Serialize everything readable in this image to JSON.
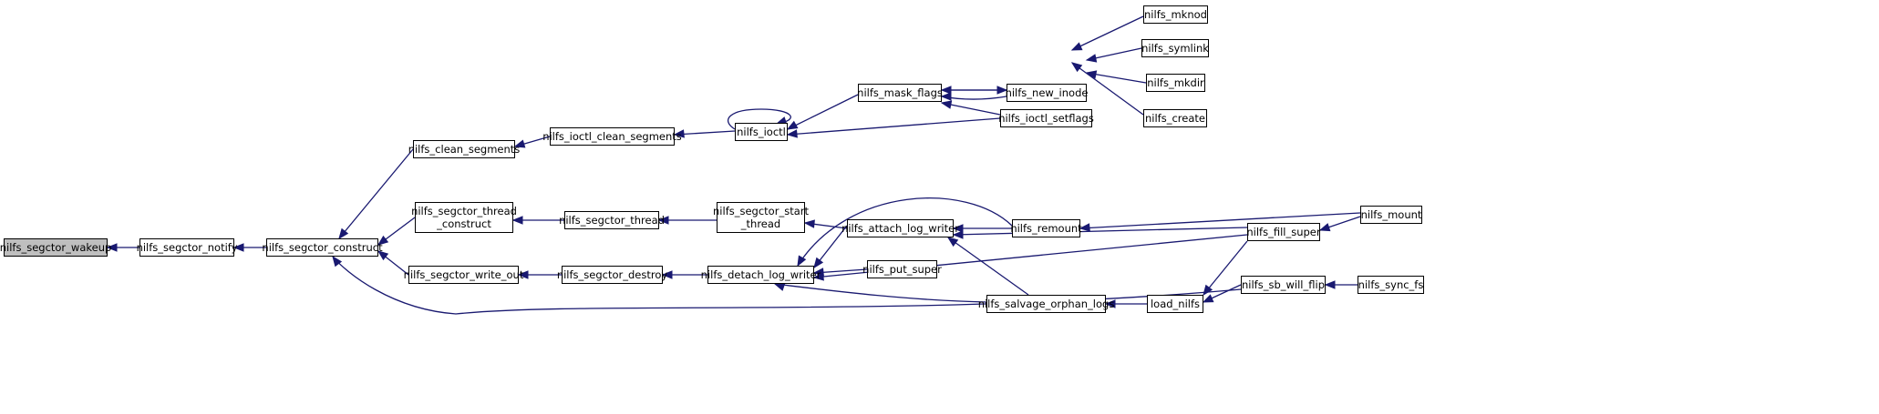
{
  "graph": {
    "edge_color": "#191970",
    "focus_fill": "#bfbfbf",
    "nodes": {
      "wakeup": "nilfs_segctor_wakeup",
      "notify": "nilfs_segctor_notify",
      "construct": "nilfs_segctor_construct",
      "clean_segments": "nilfs_clean_segments",
      "thread_construct": "nilfs_segctor_thread\n_construct",
      "write_out": "nilfs_segctor_write_out",
      "ioctl_clean_segments": "nilfs_ioctl_clean_segments",
      "segctor_thread": "nilfs_segctor_thread",
      "segctor_destroy": "nilfs_segctor_destroy",
      "ioctl": "nilfs_ioctl",
      "start_thread": "nilfs_segctor_start\n_thread",
      "detach_log_writer": "nilfs_detach_log_writer",
      "mask_flags": "nilfs_mask_flags",
      "attach_log_writer": "nilfs_attach_log_writer",
      "put_super": "nilfs_put_super",
      "new_inode": "nilfs_new_inode",
      "ioctl_setflags": "nilfs_ioctl_setflags",
      "remount": "nilfs_remount",
      "salvage_orphan_logs": "nilfs_salvage_orphan_logs",
      "load_nilfs": "load_nilfs",
      "mknod": "nilfs_mknod",
      "symlink": "nilfs_symlink",
      "mkdir": "nilfs_mkdir",
      "create": "nilfs_create",
      "fill_super": "nilfs_fill_super",
      "sb_will_flip": "nilfs_sb_will_flip",
      "mount": "nilfs_mount",
      "sync_fs": "nilfs_sync_fs"
    }
  }
}
